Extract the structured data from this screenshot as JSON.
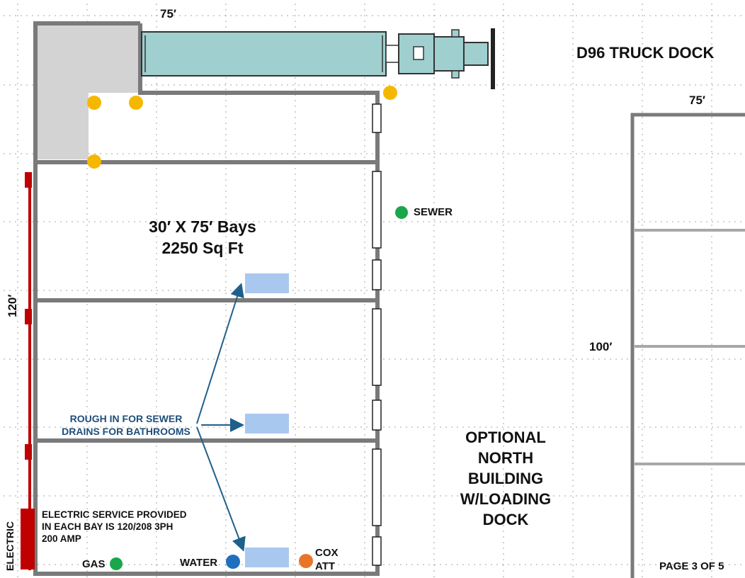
{
  "title": "D96 TRUCK DOCK",
  "dimensions": {
    "top_width": "75′",
    "left_depth": "120′",
    "north_width": "75′",
    "north_depth": "100′"
  },
  "bays": {
    "line1": "30′ X 75′ Bays",
    "line2": "2250 Sq Ft"
  },
  "notes": {
    "rough_in_line1": "ROUGH IN FOR SEWER",
    "rough_in_line2": "DRAINS FOR BATHROOMS",
    "electric_line1": "ELECTRIC SERVICE PROVIDED",
    "electric_line2": "IN EACH BAY IS 120/208 3PH",
    "electric_line3": "200 AMP"
  },
  "utilities": {
    "sewer": "SEWER",
    "gas": "GAS",
    "water": "WATER",
    "cox": "COX",
    "att": "ATT",
    "electric": "ELECTRIC"
  },
  "optional_building": {
    "line1": "OPTIONAL",
    "line2": "NORTH",
    "line3": "BUILDING",
    "line4": "W/LOADING",
    "line5": "DOCK"
  },
  "page_label": "PAGE 3 OF 5",
  "colors": {
    "wall": "#7a7a7a",
    "dock_concrete": "#d3d3d3",
    "trailer": "#9fcfcf",
    "electric": "#c00000",
    "sewer_dot": "#1aa64a",
    "gas_dot": "#1aa64a",
    "water_dot": "#1f6fbf",
    "cox_att_dot": "#e8742a",
    "light_dot": "#f5b800",
    "drain_box": "#a9c8ef",
    "arrow": "#1f5f8b"
  }
}
